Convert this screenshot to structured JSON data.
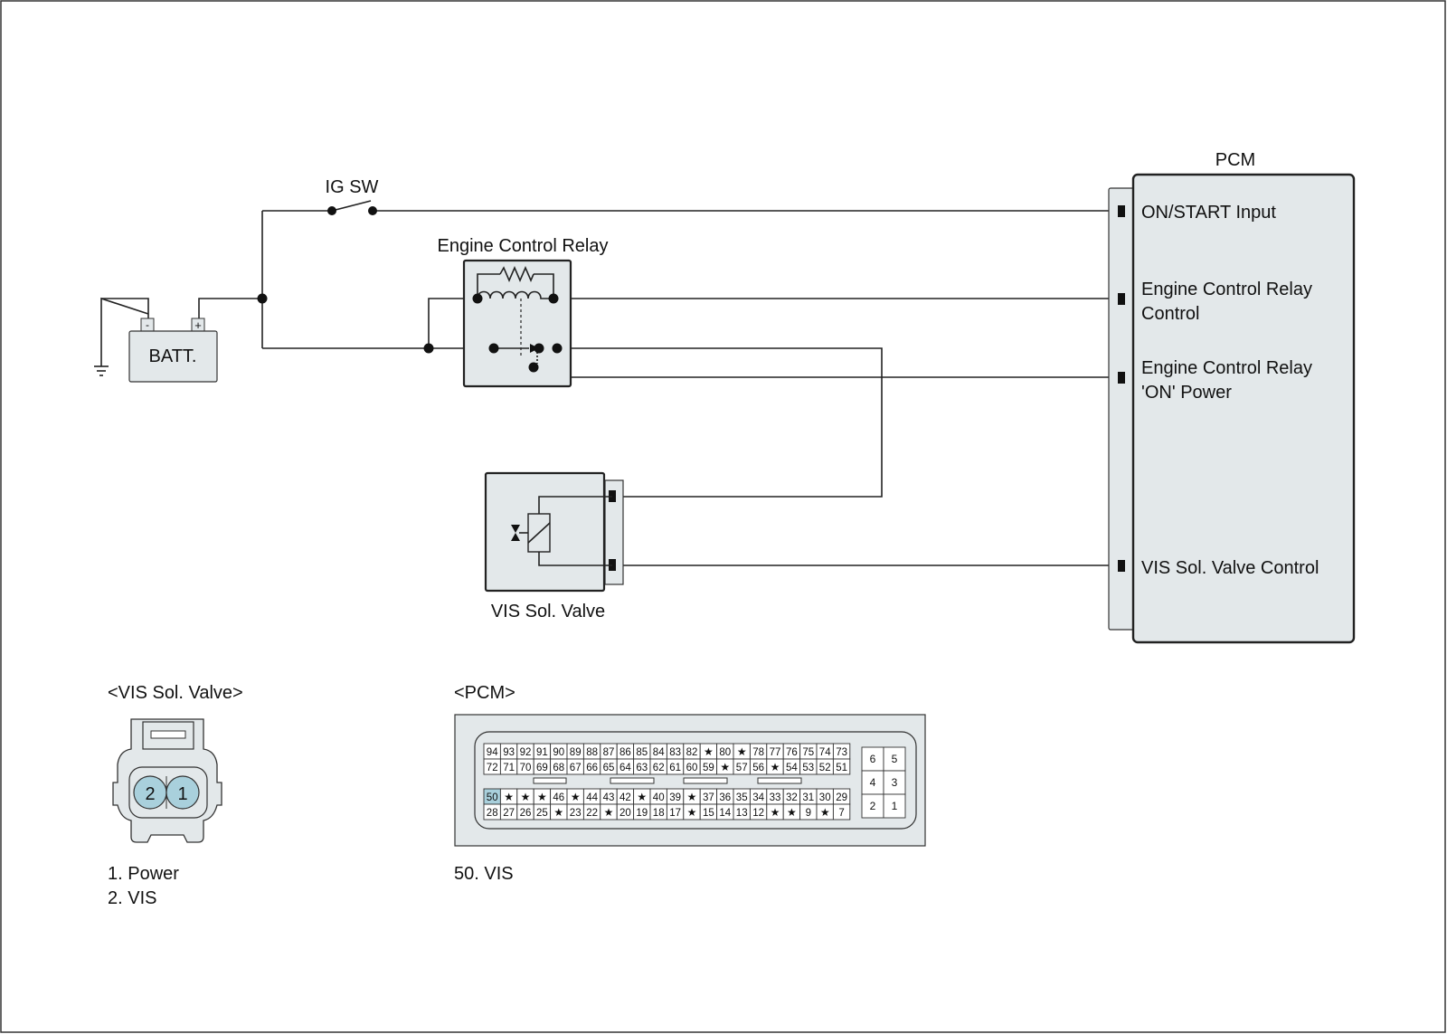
{
  "labels": {
    "ig_sw": "IG SW",
    "relay": "Engine Control Relay",
    "battery": "BATT.",
    "battery_minus": "-",
    "battery_plus": "+",
    "pcm": "PCM",
    "valve": "VIS Sol. Valve"
  },
  "pcm_pins": [
    {
      "line1": "ON/START Input",
      "line2": ""
    },
    {
      "line1": "Engine Control Relay",
      "line2": "Control"
    },
    {
      "line1": "Engine Control Relay",
      "line2": "'ON' Power"
    },
    {
      "line1": "VIS Sol. Valve Control",
      "line2": ""
    }
  ],
  "valve_connector": {
    "title": "<VIS Sol. Valve>",
    "pins": [
      "2",
      "1"
    ],
    "legend": [
      "1. Power",
      "2. VIS"
    ]
  },
  "pcm_connector": {
    "title": "<PCM>",
    "legend": [
      "50. VIS"
    ],
    "highlighted_pin": "50",
    "rows": [
      [
        "94",
        "93",
        "92",
        "91",
        "90",
        "89",
        "88",
        "87",
        "86",
        "85",
        "84",
        "83",
        "82",
        "★",
        "80",
        "★",
        "78",
        "77",
        "76",
        "75",
        "74",
        "73"
      ],
      [
        "72",
        "71",
        "70",
        "69",
        "68",
        "67",
        "66",
        "65",
        "64",
        "63",
        "62",
        "61",
        "60",
        "59",
        "★",
        "57",
        "56",
        "★",
        "54",
        "53",
        "52",
        "51"
      ],
      [
        "50",
        "★",
        "★",
        "★",
        "46",
        "★",
        "44",
        "43",
        "42",
        "★",
        "40",
        "39",
        "★",
        "37",
        "36",
        "35",
        "34",
        "33",
        "32",
        "31",
        "30",
        "29"
      ],
      [
        "28",
        "27",
        "26",
        "25",
        "★",
        "23",
        "22",
        "★",
        "20",
        "19",
        "18",
        "17",
        "★",
        "15",
        "14",
        "13",
        "12",
        "★",
        "★",
        "9",
        "★",
        "7"
      ]
    ],
    "side_block": [
      [
        "6",
        "5"
      ],
      [
        "4",
        "3"
      ],
      [
        "2",
        "1"
      ]
    ]
  },
  "colors": {
    "wire": "#222222",
    "component_fill": "#e3e8ea",
    "pin_highlight": "#a9d0dc"
  }
}
